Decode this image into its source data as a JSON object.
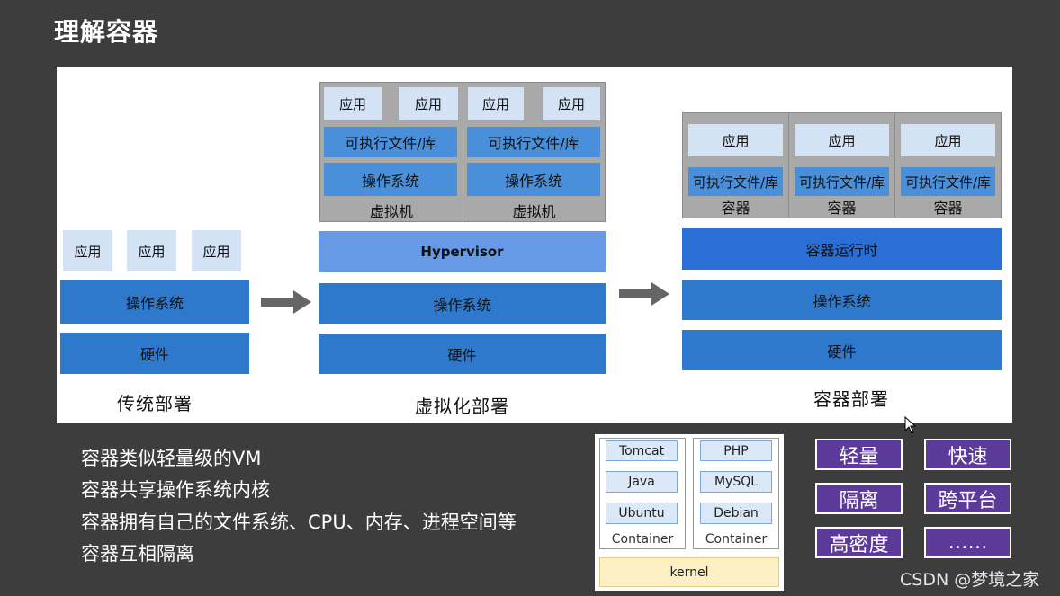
{
  "title": "理解容器",
  "traditional": {
    "apps": [
      "应用",
      "应用",
      "应用"
    ],
    "os": "操作系统",
    "hardware": "硬件",
    "caption": "传统部署"
  },
  "virtualized": {
    "vms": [
      {
        "apps": [
          "应用",
          "应用"
        ],
        "libs": "可执行文件/库",
        "os": "操作系统",
        "label": "虚拟机"
      },
      {
        "apps": [
          "应用",
          "应用"
        ],
        "libs": "可执行文件/库",
        "os": "操作系统",
        "label": "虚拟机"
      }
    ],
    "hypervisor": "Hypervisor",
    "os": "操作系统",
    "hardware": "硬件",
    "caption": "虚拟化部署"
  },
  "container": {
    "containers": [
      {
        "app": "应用",
        "libs": "可执行文件/库",
        "label": "容器"
      },
      {
        "app": "应用",
        "libs": "可执行文件/库",
        "label": "容器"
      },
      {
        "app": "应用",
        "libs": "可执行文件/库",
        "label": "容器"
      }
    ],
    "runtime": "容器运行时",
    "os": "操作系统",
    "hardware": "硬件",
    "caption": "容器部署"
  },
  "bullets": [
    "容器类似轻量级的VM",
    "容器共享操作系统内核",
    "容器拥有自己的文件系统、CPU、内存、进程空间等",
    "容器互相隔离"
  ],
  "kernel_diagram": {
    "containers": [
      {
        "items": [
          "Tomcat",
          "Java",
          "Ubuntu"
        ],
        "label": "Container"
      },
      {
        "items": [
          "PHP",
          "MySQL",
          "Debian"
        ],
        "label": "Container"
      }
    ],
    "kernel": "kernel"
  },
  "tags": [
    "轻量",
    "快速",
    "隔离",
    "跨平台",
    "高密度",
    "……"
  ],
  "watermark": "CSDN @梦境之家",
  "colors": {
    "background": "#3d3d3d",
    "panel": "#ffffff",
    "blue_dark": "#2f79cd",
    "blue_light": "#d3e2f5",
    "tag_purple": "#5b3a9a",
    "kernel_yellow": "#fdf0c4"
  }
}
